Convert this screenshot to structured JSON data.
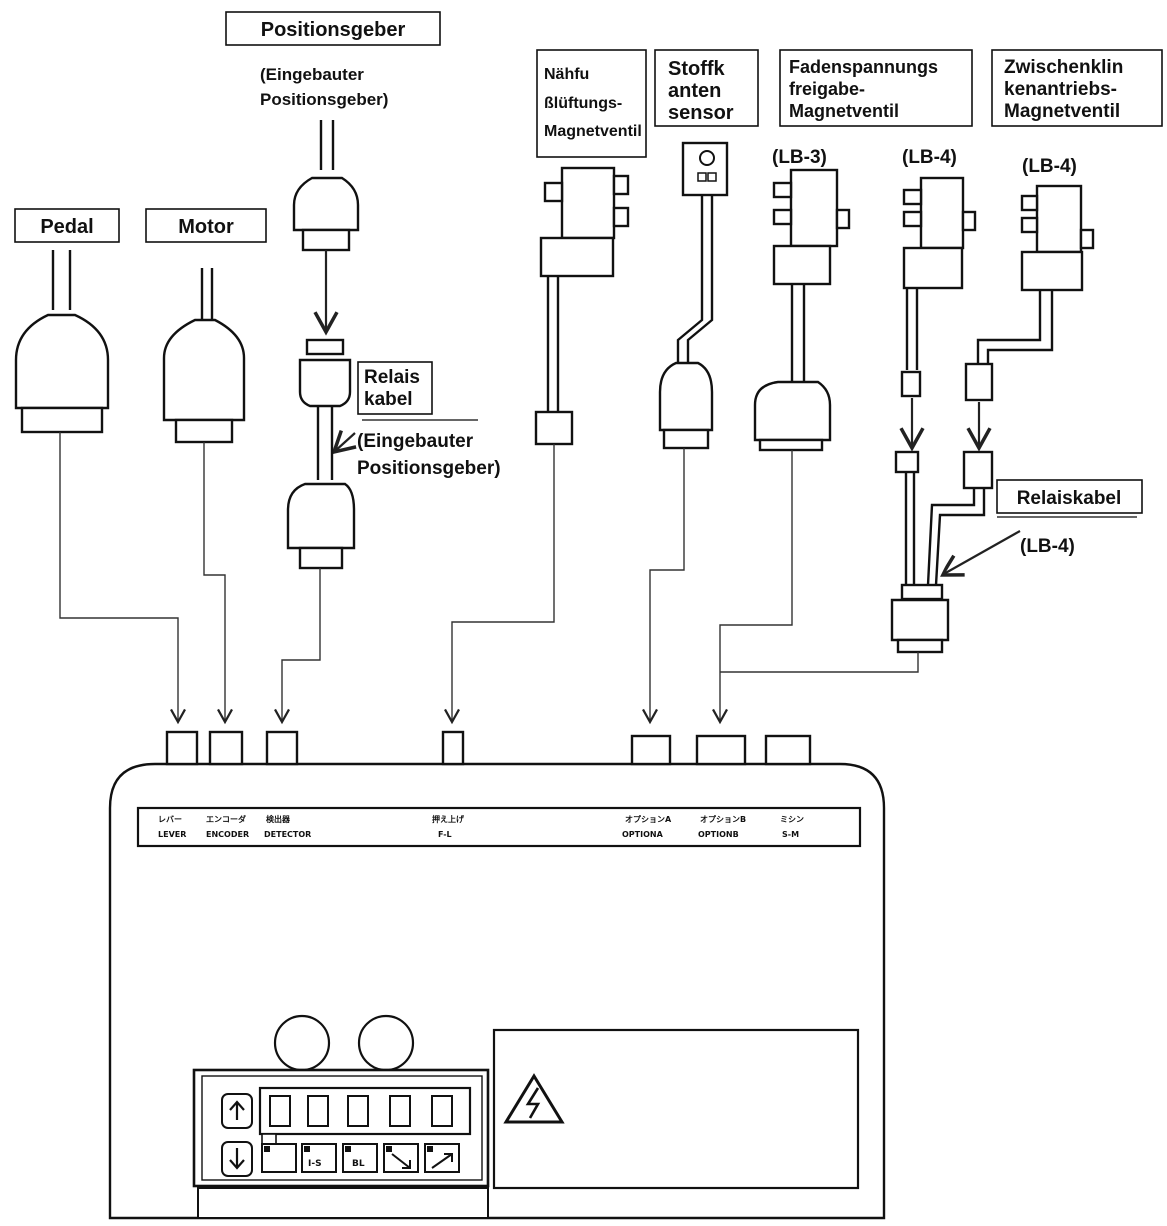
{
  "labels": {
    "positionsgeber": "Positionsgeber",
    "eingebaut1_l1": "(Eingebauter",
    "eingebaut1_l2": "Positionsgeber)",
    "pedal": "Pedal",
    "motor": "Motor",
    "relais_l1": "Relais",
    "relais_l2": "kabel",
    "eingebaut2_l1": "(Eingebauter",
    "eingebaut2_l2": "Positionsgeber)",
    "naehfuss_l1": "Nähfu",
    "naehfuss_l2": "ßlüftungs-",
    "naehfuss_l3": "Magnetventil",
    "stoff_l1": "Stoffk",
    "stoff_l2": "anten",
    "stoff_l3": "sensor",
    "faden_l1": "Fadenspannungs",
    "faden_l2": "freigabe-",
    "faden_l3": "Magnetventil",
    "zwischen_l1": "Zwischenklin",
    "zwischen_l2": "kenantriebs-",
    "zwischen_l3": "Magnetventil",
    "lb3": "(LB-3)",
    "lb4_a": "(LB-4)",
    "lb4_b": "(LB-4)",
    "relaiskabel": "Relaiskabel",
    "lb4_c": "(LB-4)"
  },
  "ports": [
    {
      "jp": "レバー",
      "en": "LEVER"
    },
    {
      "jp": "エンコーダ",
      "en": "ENCODER"
    },
    {
      "jp": "検出器",
      "en": "DETECTOR"
    },
    {
      "jp": "押え上げ",
      "en": "F-L"
    },
    {
      "jp": "オプションA",
      "en": "OPTIONA"
    },
    {
      "jp": "オプションB",
      "en": "OPTIONB"
    },
    {
      "jp": "ミシン",
      "en": "S-M"
    }
  ],
  "panel": {
    "key_labels": [
      "I-S",
      "BL"
    ]
  }
}
